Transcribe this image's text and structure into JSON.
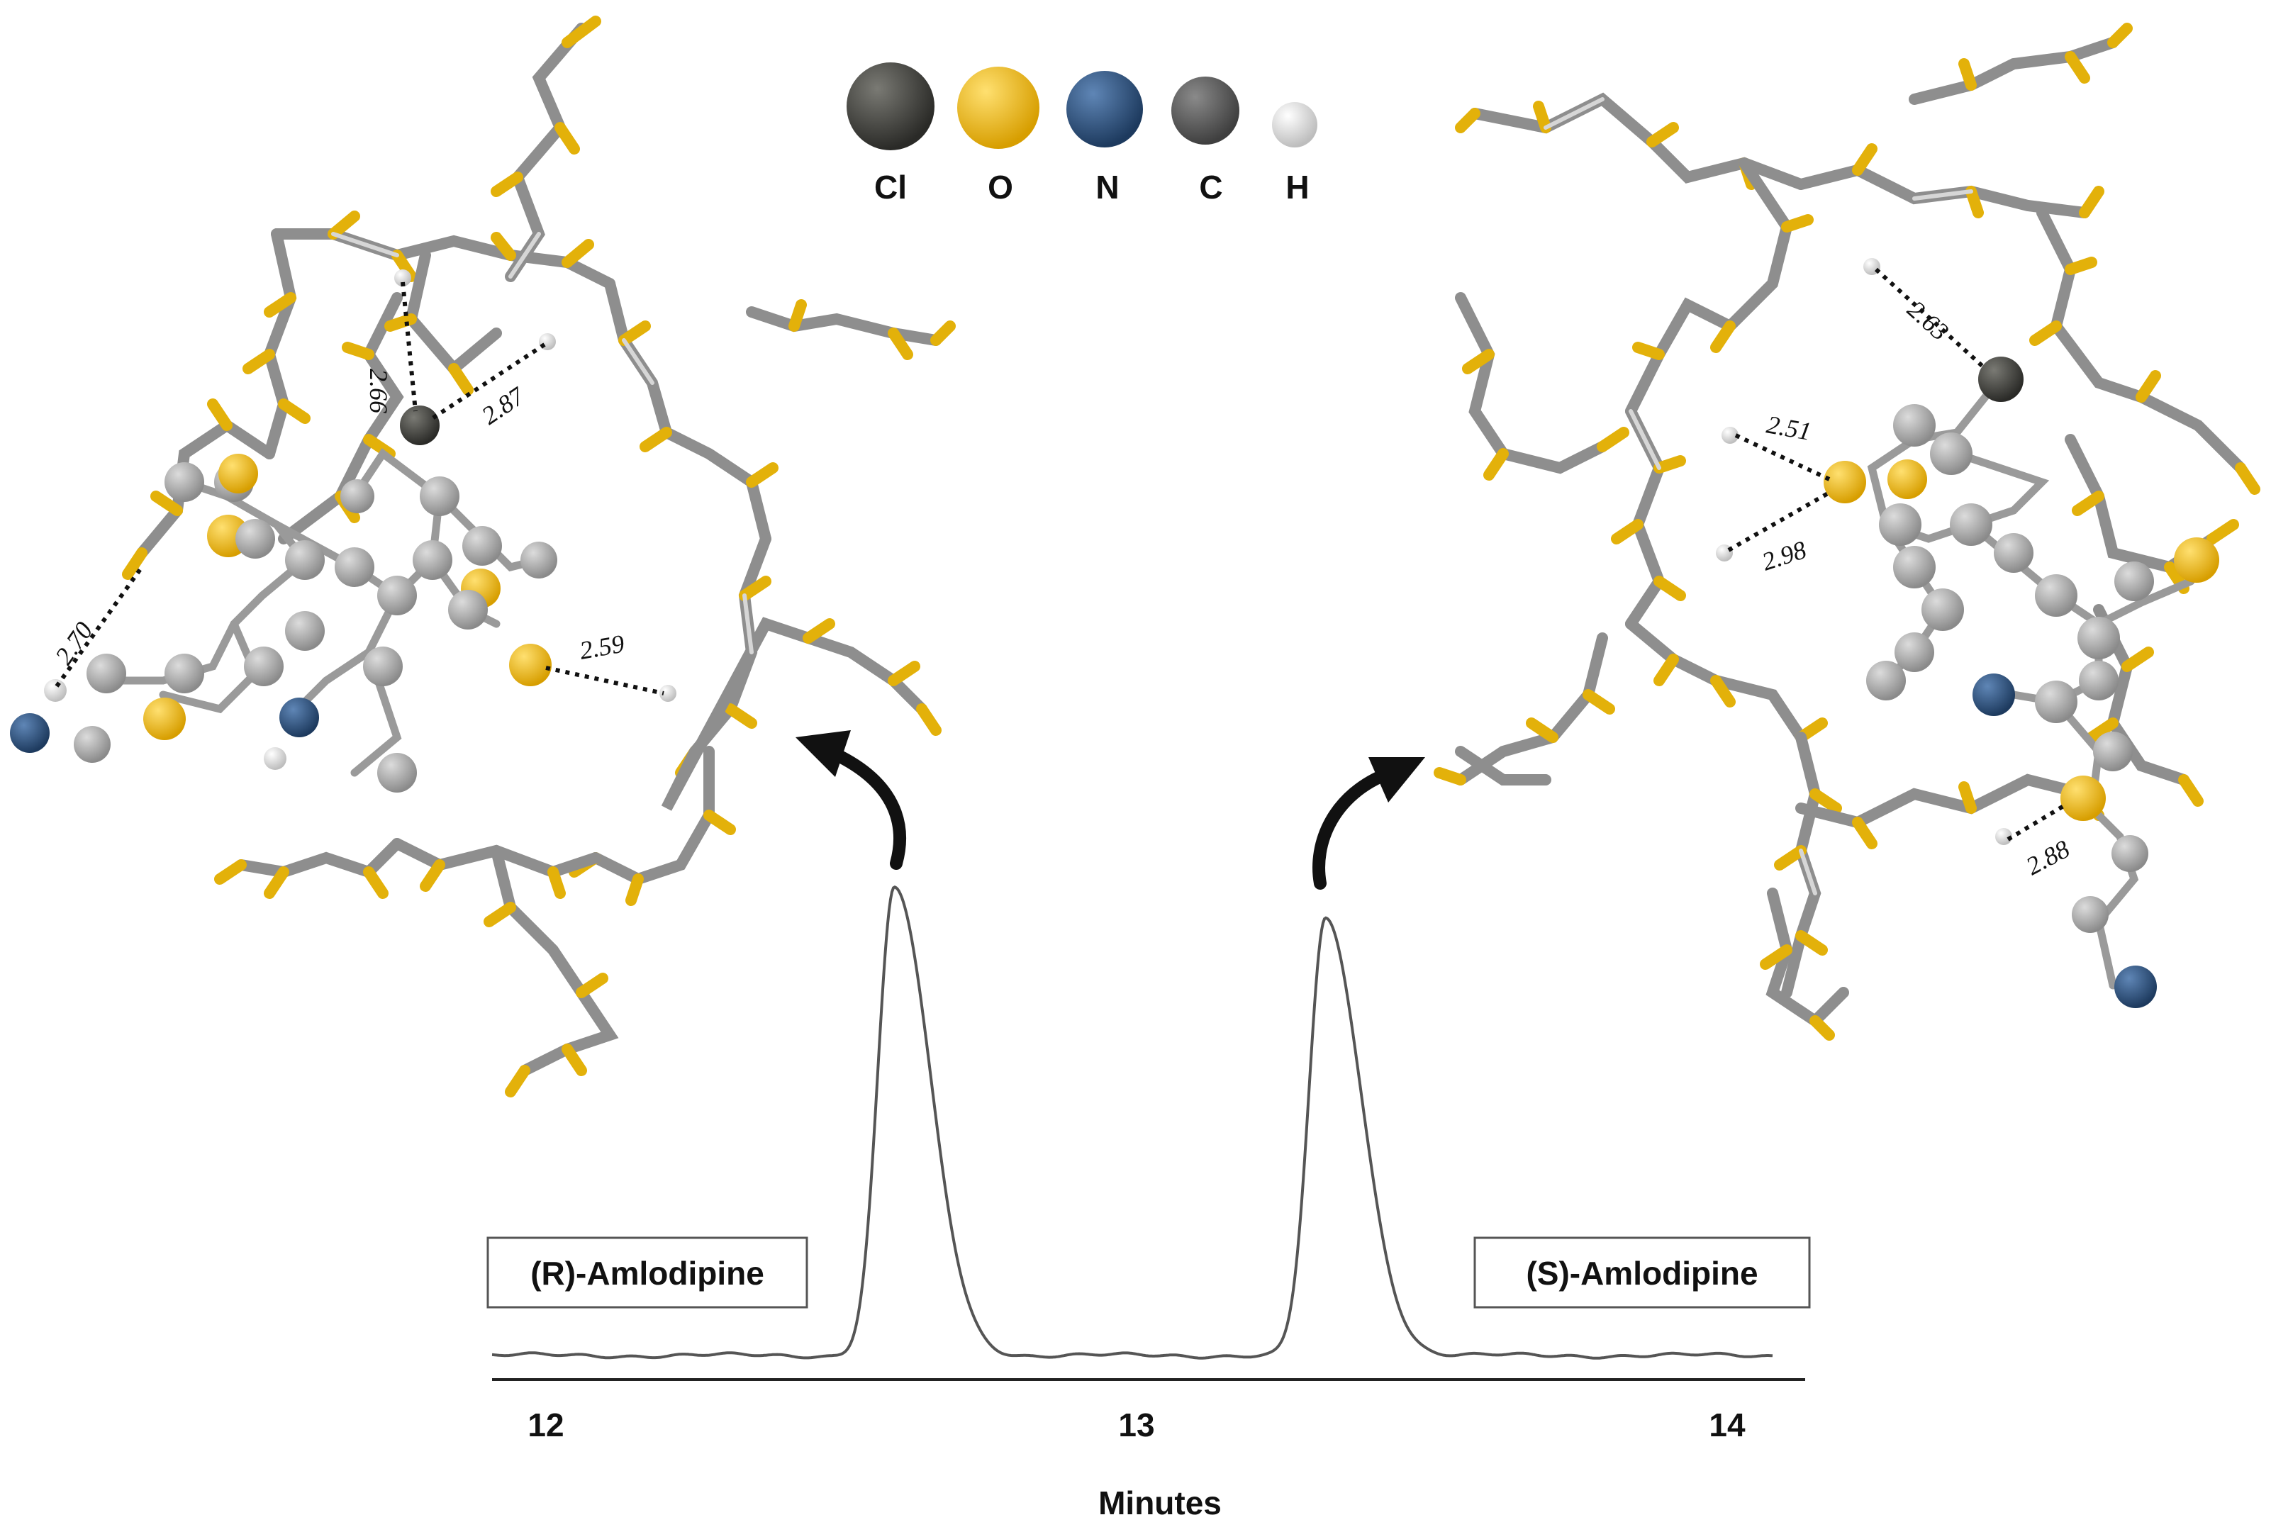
{
  "legend": {
    "items": [
      {
        "symbol": "Cl",
        "color": "#3a3a37"
      },
      {
        "symbol": "O",
        "color": "#f1b50d"
      },
      {
        "symbol": "N",
        "color": "#2c4c74"
      },
      {
        "symbol": "C",
        "color": "#5a5a5a"
      },
      {
        "symbol": "H",
        "color": "#d9d9d9"
      }
    ]
  },
  "left_complex": {
    "distances": [
      "2.66",
      "2.87",
      "2.70",
      "2.59"
    ]
  },
  "right_complex": {
    "distances": [
      "2.63",
      "2.51",
      "2.98",
      "2.88"
    ]
  },
  "chart_data": {
    "type": "line",
    "title": "",
    "xlabel": "Minutes",
    "ylabel": "",
    "x_ticks": [
      "12",
      "13",
      "14"
    ],
    "xlim": [
      11.9,
      14.1
    ],
    "peaks": [
      {
        "label": "(R)-Amlodipine",
        "retention_time": 12.59,
        "relative_height": 1.0
      },
      {
        "label": "(S)-Amlodipine",
        "retention_time": 13.32,
        "relative_height": 0.93
      }
    ]
  }
}
